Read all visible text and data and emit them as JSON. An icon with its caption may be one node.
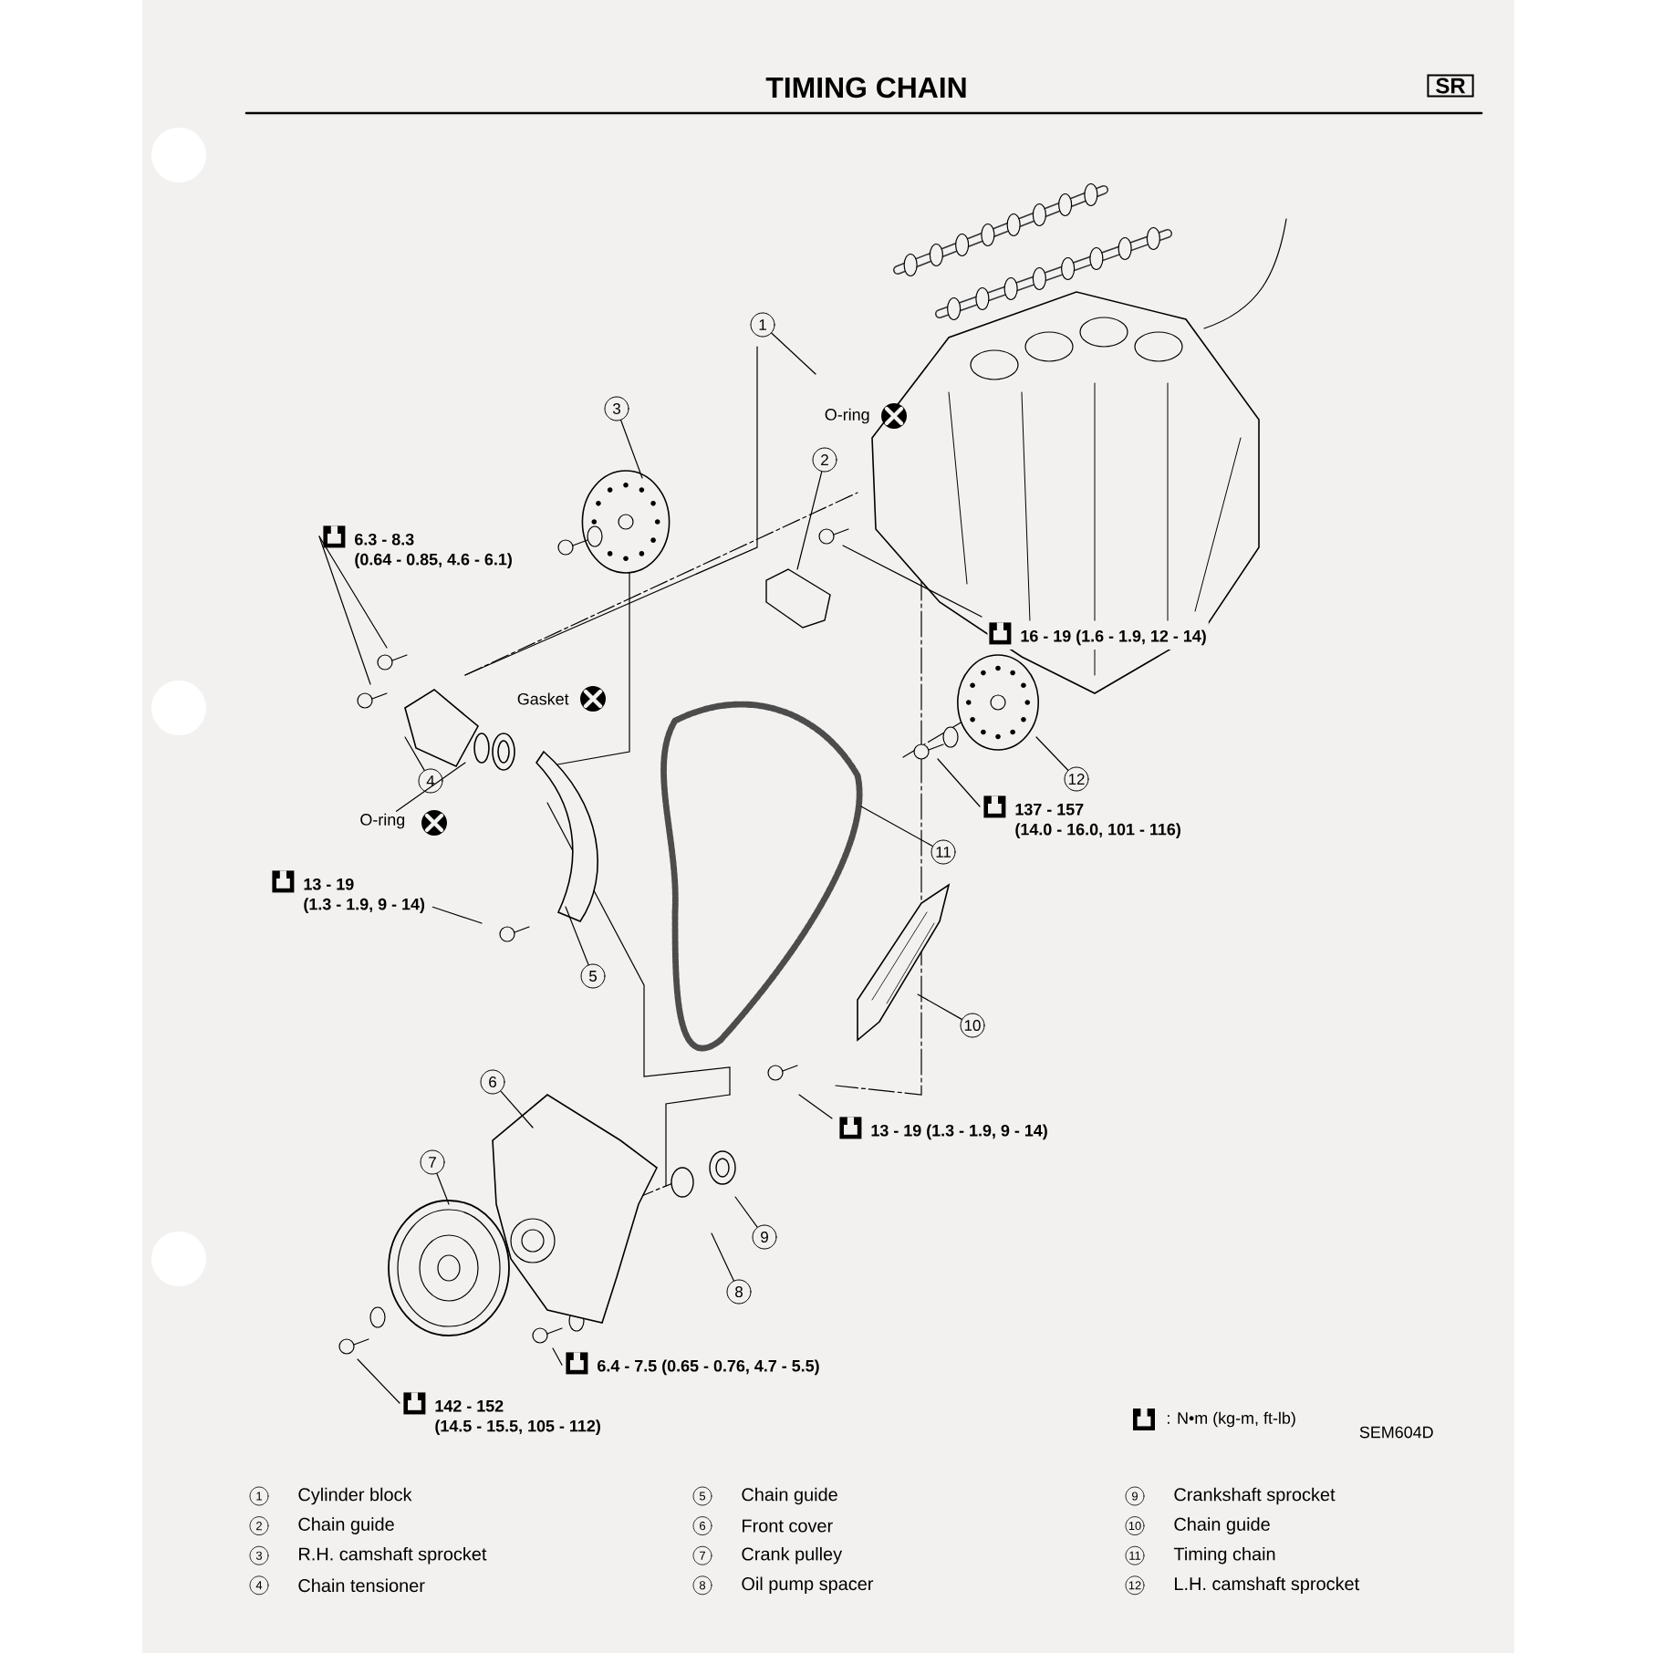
{
  "diagram": {
    "title": "TIMING CHAIN",
    "nodes": [
      {
        "text": [
          "1"
        ]
      },
      {
        "text": [
          "2"
        ]
      },
      {
        "text": [
          "3"
        ]
      },
      {
        "text": [
          "4"
        ]
      },
      {
        "text": [
          "5"
        ]
      },
      {
        "text": [
          "6"
        ]
      },
      {
        "text": [
          "7"
        ]
      },
      {
        "text": [
          "8"
        ]
      },
      {
        "text": [
          "9"
        ]
      },
      {
        "text": [
          "10"
        ]
      },
      {
        "text": [
          "11"
        ]
      },
      {
        "text": [
          "12"
        ]
      },
      {
        "text": [
          "6.3 - 8.3",
          "(0.64 - 0.85, 4.6 - 6.1)"
        ]
      },
      {
        "text": [
          "16 - 19 (1.6 - 1.9, 12 - 14)"
        ]
      },
      {
        "text": [
          "137 - 157",
          "(14.0 - 16.0, 101 - 116)"
        ]
      },
      {
        "text": [
          "13 - 19",
          "(1.3 - 1.9, 9 - 14)"
        ]
      },
      {
        "text": [
          "13 - 19 (1.3 - 1.9, 9 - 14)"
        ]
      },
      {
        "text": [
          "6.4 - 7.5 (0.65 - 0.76, 4.7 - 5.5)"
        ]
      },
      {
        "text": [
          "142 - 152",
          "(14.5 - 15.5, 105 - 112)"
        ]
      },
      {
        "text": [
          "O-ring"
        ]
      }
    ],
    "edges": [
      {
        "from": 0,
        "to": null,
        "arrow": "none"
      },
      {
        "from": 1,
        "to": null,
        "arrow": "none"
      },
      {
        "from": 2,
        "to": null,
        "arrow": "none"
      },
      {
        "from": 3,
        "to": null,
        "arrow": "none"
      },
      {
        "from": 4,
        "to": null,
        "arrow": "none"
      },
      {
        "from": 5,
        "to": null,
        "arrow": "none"
      },
      {
        "from": 6,
        "to": null,
        "arrow": "none"
      },
      {
        "from": 7,
        "to": null,
        "arrow": "none"
      },
      {
        "from": 8,
        "to": null,
        "arrow": "none"
      },
      {
        "from": 9,
        "to": null,
        "arrow": "none"
      },
      {
        "from": 10,
        "to": null,
        "arrow": "none"
      },
      {
        "from": 11,
        "to": null,
        "arrow": "none"
      },
      {
        "from": 12,
        "to": null,
        "arrow": "none"
      },
      {
        "from": 12,
        "to": null,
        "arrow": "none"
      },
      {
        "from": 13,
        "to": null,
        "arrow": "none"
      },
      {
        "from": 14,
        "to": null,
        "arrow": "none"
      },
      {
        "from": 15,
        "to": null,
        "arrow": "none"
      },
      {
        "from": 16,
        "to": null,
        "arrow": "none"
      },
      {
        "from": 17,
        "to": null,
        "arrow": "none"
      },
      {
        "from": 18,
        "to": null,
        "arrow": "none"
      },
      {
        "from": 19,
        "to": null,
        "arrow": "none"
      }
    ],
    "labels": [
      "SR",
      "O-ring",
      "Gasket",
      "SEM604D",
      "1",
      "Cylinder block",
      "5",
      "Chain guide",
      "9",
      "Crankshaft sprocket",
      "2",
      "Chain guide",
      "6",
      "Front cover",
      "10",
      "Chain guide",
      "3",
      "R.H. camshaft sprocket",
      "7",
      "Crank pulley",
      "11",
      "Timing chain",
      "4",
      "Chain tensioner",
      "8",
      "Oil pump spacer",
      "12",
      "L.H. camshaft sprocket"
    ],
    "legend": [
      {
        "text": ": N•m (kg-m, ft-lb)"
      }
    ]
  }
}
